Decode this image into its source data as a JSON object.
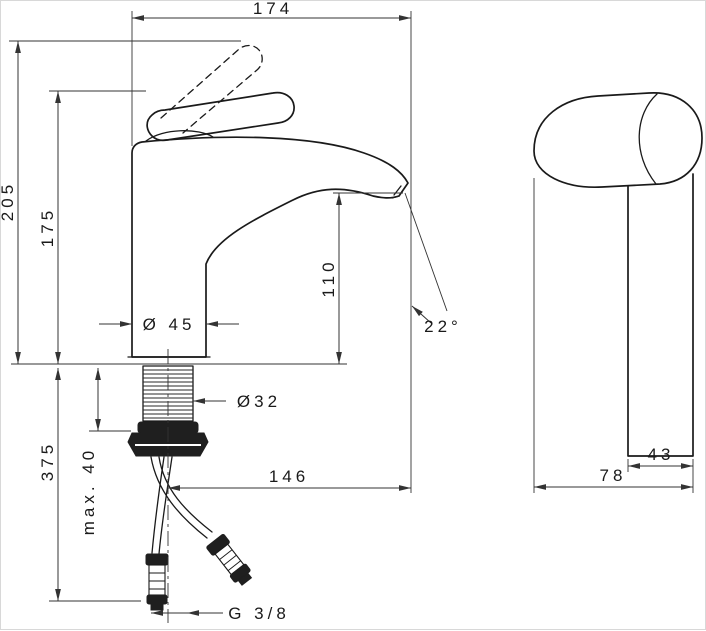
{
  "drawing": {
    "front": {
      "width_top": "174",
      "height_total": "205",
      "height_handle": "175",
      "spout_height": "110",
      "body_diameter": "Ø 45",
      "shank_diameter": "Ø32",
      "below_counter_length": "375",
      "max_counter_thickness": "max. 40",
      "spout_reach": "146",
      "spout_angle": "22°",
      "hose_thread": "G 3/8"
    },
    "side": {
      "body_width": "43",
      "depth": "78"
    }
  }
}
